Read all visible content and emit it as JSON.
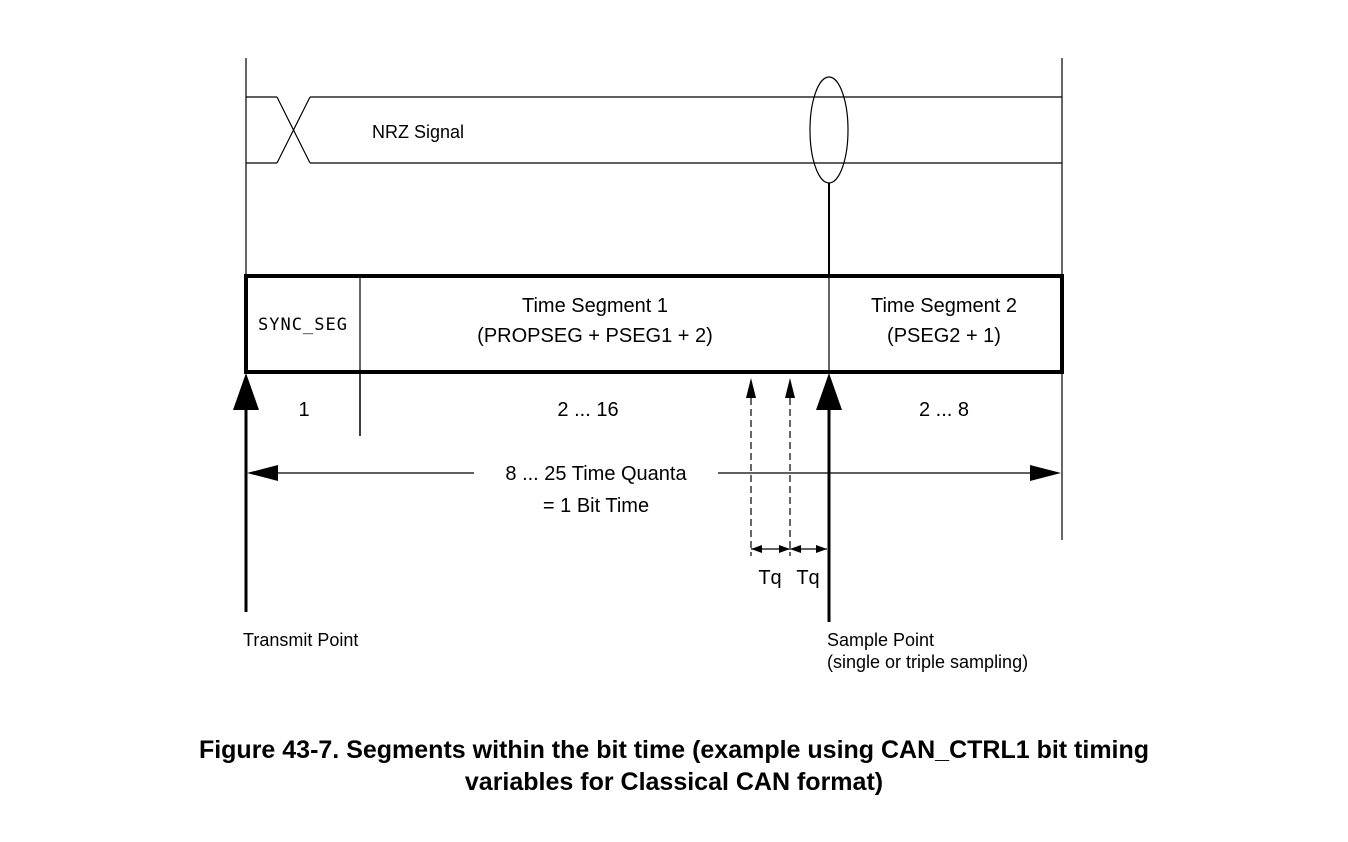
{
  "diagram": {
    "signal_label": "NRZ Signal",
    "segments": {
      "sync": {
        "label": "SYNC_SEG",
        "count": "1"
      },
      "seg1": {
        "line1": "Time Segment 1",
        "line2": "(PROPSEG + PSEG1 + 2)",
        "count": "2 ... 16"
      },
      "seg2": {
        "line1": "Time Segment 2",
        "line2": "(PSEG2 + 1)",
        "count": "2 ... 8"
      }
    },
    "bit_time": {
      "line1": "8 ... 25 Time Quanta",
      "line2": "= 1 Bit Time"
    },
    "tq_label": "Tq",
    "transmit_point": "Transmit Point",
    "sample_point": {
      "line1": "Sample Point",
      "line2": "(single or triple sampling)"
    }
  },
  "caption": {
    "line1": "Figure 43-7. Segments within the bit time (example using CAN_CTRL1 bit timing",
    "line2": "variables for Classical CAN format)"
  }
}
